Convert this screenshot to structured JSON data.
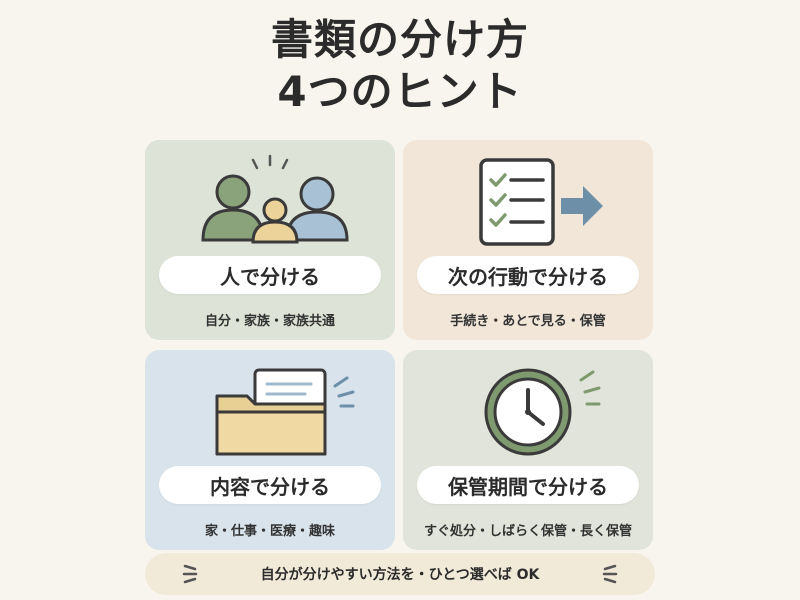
{
  "title": {
    "line1": "書類の分け方",
    "line2": "4つのヒント"
  },
  "cards": [
    {
      "label": "人で分ける",
      "examples": "自分・家族・家族共通",
      "icon": "family-icon"
    },
    {
      "label": "次の行動で分ける",
      "examples": "手続き・あとで見る・保管",
      "icon": "checklist-arrow-icon"
    },
    {
      "label": "内容で分ける",
      "examples": "家・仕事・医療・趣味",
      "icon": "folder-icon"
    },
    {
      "label": "保管期間で分ける",
      "examples": "すぐ処分・しばらく保管・長く保管",
      "icon": "clock-icon"
    }
  ],
  "footer": {
    "text": "自分が分けやすい方法を・ひとつ選べば OK"
  },
  "colors": {
    "background": "#f8f5ee",
    "card_people": "#dde3d6",
    "card_action": "#f1e6d8",
    "card_content": "#d9e3ec",
    "card_period": "#e0e4da",
    "footer": "#f1ead9",
    "green": "#7f9a6f",
    "blue": "#9fb8cc",
    "yellow": "#ecd39a",
    "dark": "#3a3a3a"
  }
}
